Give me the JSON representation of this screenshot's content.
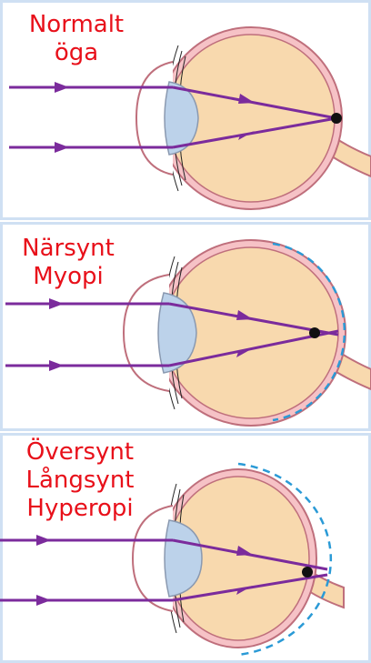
{
  "panels": [
    {
      "id": "normal",
      "label_lines": [
        "Normalt",
        "öga"
      ]
    },
    {
      "id": "myopia",
      "label_lines": [
        "Närsynt",
        "Myopi"
      ]
    },
    {
      "id": "hyperopia",
      "label_lines": [
        "Översynt",
        "Långsynt",
        "Hyperopi"
      ]
    }
  ],
  "colors": {
    "panel_border": "#cfe0f3",
    "label_text": "#e8101a",
    "eye_fill": "#f8d9ae",
    "eye_outline": "#bf6f7c",
    "sclera_band": "#f6c2c6",
    "lens_fill": "#bcd2ea",
    "lens_outline": "#8a99b0",
    "ray": "#7b2b9c",
    "focus_point": "#111111",
    "retina_dashed": "#2a9ad6"
  }
}
